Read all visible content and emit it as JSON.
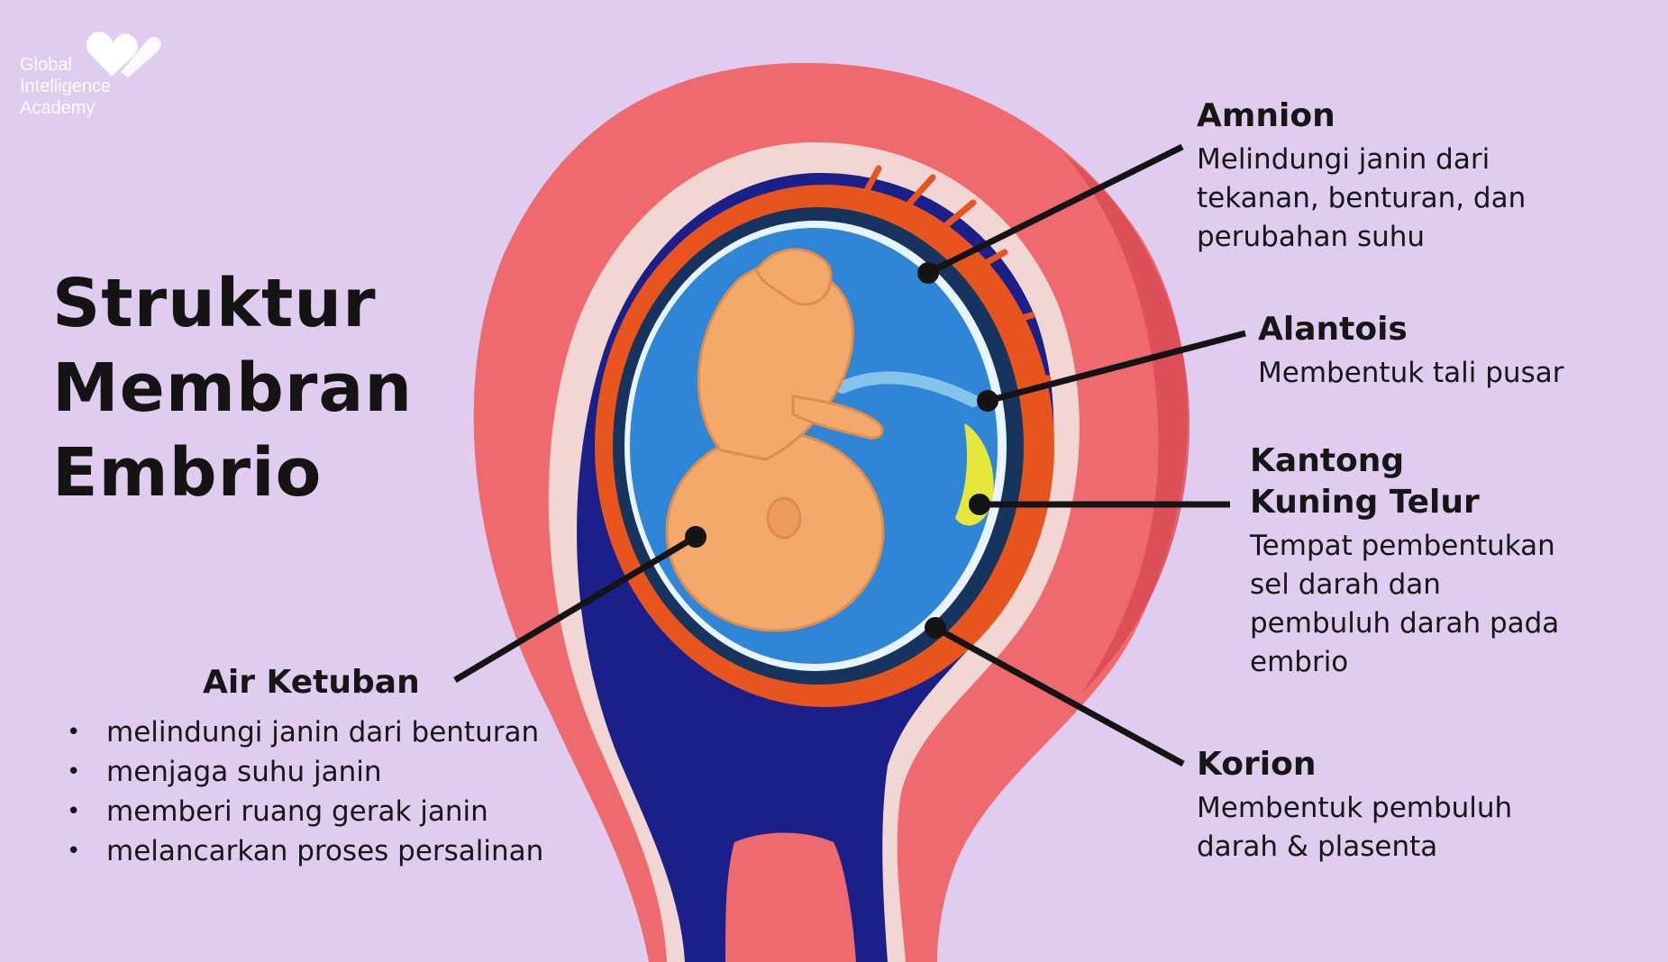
{
  "logo": {
    "lines": [
      "Global",
      "Intelligence",
      "Academy"
    ]
  },
  "title": {
    "lines": [
      "Struktur",
      "Membran",
      "Embrio"
    ]
  },
  "labels": {
    "amnion": {
      "title": "Amnion",
      "desc": [
        "Melindungi janin dari",
        "tekanan, benturan, dan",
        "perubahan suhu"
      ]
    },
    "alantois": {
      "title": "Alantois",
      "desc": [
        "Membentuk tali pusar"
      ]
    },
    "kantong": {
      "title": [
        "Kantong",
        "Kuning Telur"
      ],
      "desc": [
        "Tempat pembentukan",
        "sel darah dan",
        "pembuluh darah pada",
        "embrio"
      ]
    },
    "korion": {
      "title": "Korion",
      "desc": [
        "Membentuk pembuluh",
        "darah & plasenta"
      ]
    },
    "air_ketuban": {
      "title": "Air Ketuban",
      "items": [
        "melindungi janin dari benturan",
        "menjaga suhu janin",
        "memberi ruang gerak janin",
        "melancarkan proses persalinan"
      ]
    }
  },
  "colors": {
    "background": "#e0ccee",
    "uterus_wall": "#ef6a6f",
    "uterus_dark": "#d94a52",
    "lining": "#f1d6d3",
    "decidua": "#1b1f8a",
    "chorion": "#e8541e",
    "amnion_fluid": "#2f86d6",
    "fetus": "#f2a96b",
    "yolk_sac": "#e5e83a",
    "text": "#161616"
  },
  "icons": [
    "heart-logo-icon",
    "bullet-icon"
  ]
}
